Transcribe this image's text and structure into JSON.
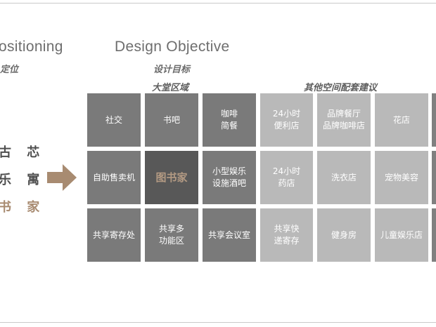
{
  "left": {
    "heading_en": "ositioning",
    "heading_cn": "定位",
    "keywords": [
      "古 芯",
      "乐 寓",
      "书 家"
    ]
  },
  "objective": {
    "heading_en": "Design Objective",
    "heading_cn": "设计目标"
  },
  "groups": {
    "lobby": "大堂区域",
    "other": "其他空间配套建议"
  },
  "grid": {
    "lobby": [
      "社交",
      "书吧",
      "咖啡\n简餐",
      "自助售卖机",
      "图书家",
      "小型娱乐\n设施酒吧",
      "共享寄存处",
      "共享多\n功能区",
      "共享会议室"
    ],
    "other": [
      "24小时\n便利店",
      "品牌餐厅\n品牌咖啡店",
      "花店",
      "24小时\n药店",
      "洗衣店",
      "宠物美容",
      "共享快\n递寄存",
      "健身房",
      "儿童娱乐店"
    ]
  },
  "colors": {
    "dark_cell": "#7a7a7a",
    "light_cell": "#b9b9b9",
    "highlight_cell": "#585858",
    "accent": "#a88b71"
  }
}
